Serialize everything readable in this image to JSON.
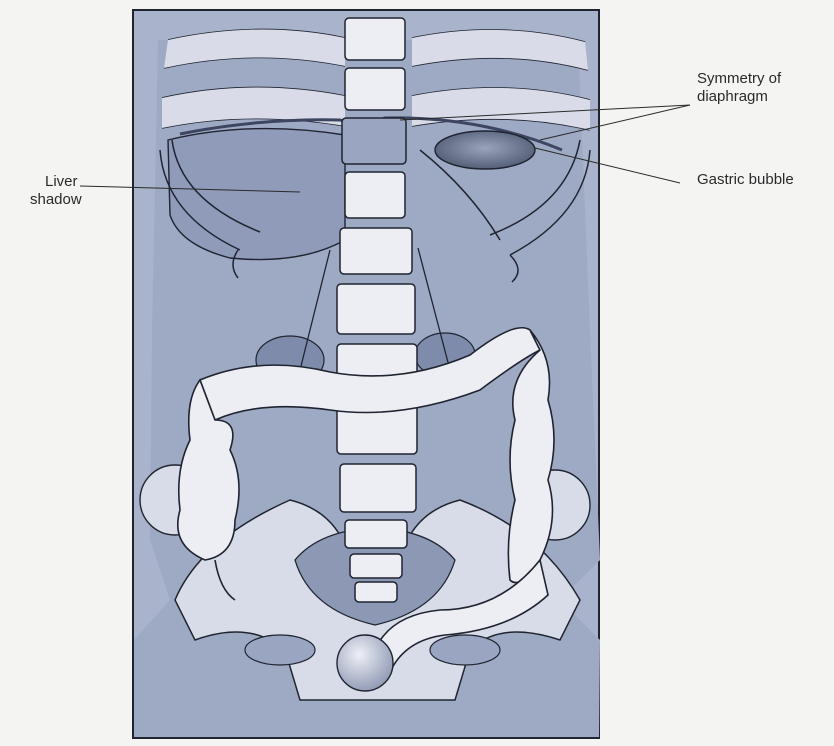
{
  "labels": {
    "symmetry_line1": "Symmetry of",
    "symmetry_line2": "diaphragm",
    "gastric": "Gastric bubble",
    "liver_line1": "Liver",
    "liver_line2": "shadow"
  },
  "colors": {
    "page": "#f4f4f2",
    "film": "#a9b4cc",
    "film_dark": "#8e9ab8",
    "bone": "#ecedf2",
    "outline": "#1f2430",
    "label": "#2a2a2a"
  },
  "icons": {
    "figure": "abdominal-xray-diagram"
  }
}
